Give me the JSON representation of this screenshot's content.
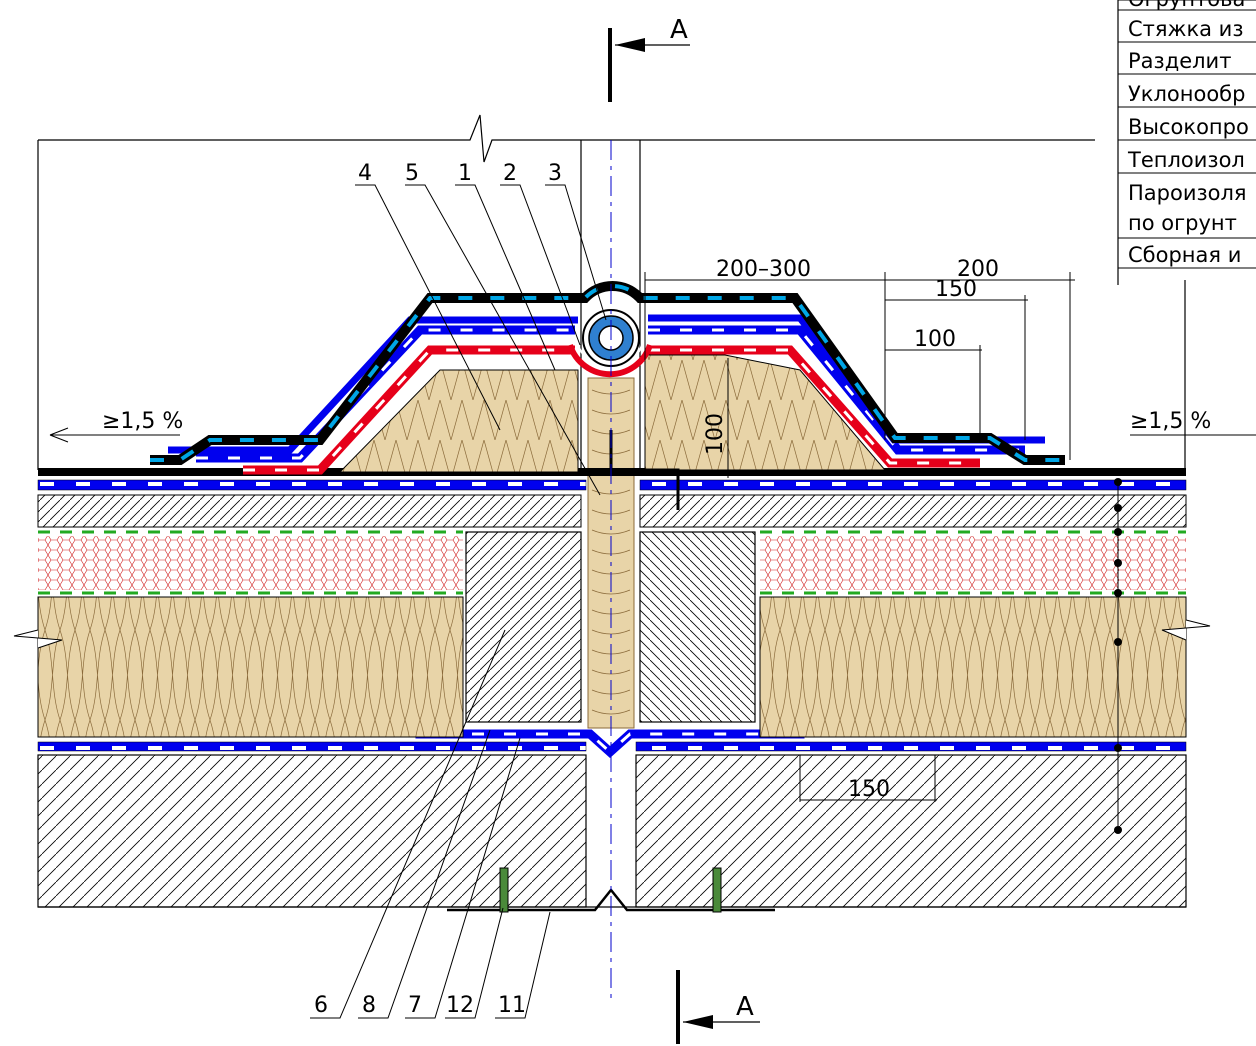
{
  "section_mark": {
    "letter_top": "А",
    "letter_bottom": "А"
  },
  "slopes": {
    "left": "≥1,5 %",
    "right": "≥1,5 %"
  },
  "dimensions": {
    "width_main": "200–300",
    "width_200": "200",
    "width_150": "150",
    "width_100": "100",
    "height_100": "100",
    "overlap_150": "150"
  },
  "callouts_top": [
    "4",
    "5",
    "1",
    "2",
    "3"
  ],
  "callouts_bottom": [
    "6",
    "8",
    "7",
    "12",
    "11"
  ],
  "legend": [
    "Огрунтова",
    "Стяжка из",
    "Разделит",
    "Уклонообр",
    "Высокопро",
    "Теплоизол",
    "Пароизоля",
    "по огрунт",
    "Сборная и"
  ],
  "colors": {
    "mineral_wool": "#e8d4a8",
    "membrane_blue": "#0000ee",
    "membrane_cyan": "#00a6e6",
    "membrane_red": "#e6001a",
    "concrete_hatch": "#000000",
    "vapour_green": "#22aa22",
    "eps_red": "#cc0000"
  }
}
